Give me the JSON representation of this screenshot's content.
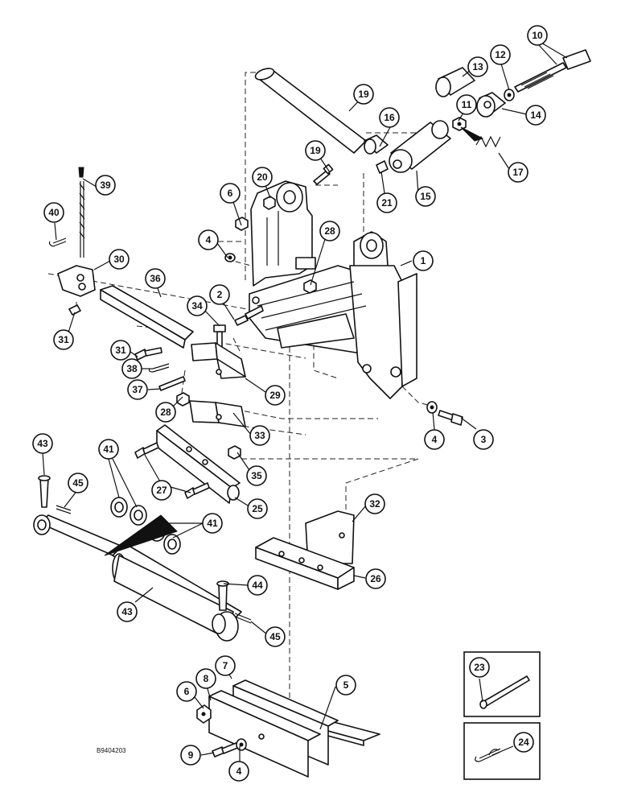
{
  "drawing_code": "B9404203",
  "callouts": [
    {
      "id": "c1",
      "label": "1"
    },
    {
      "id": "c2",
      "label": "2"
    },
    {
      "id": "c3",
      "label": "3"
    },
    {
      "id": "c4a",
      "label": "4"
    },
    {
      "id": "c4b",
      "label": "4"
    },
    {
      "id": "c4c",
      "label": "4"
    },
    {
      "id": "c5",
      "label": "5"
    },
    {
      "id": "c6a",
      "label": "6"
    },
    {
      "id": "c6b",
      "label": "6"
    },
    {
      "id": "c7",
      "label": "7"
    },
    {
      "id": "c8",
      "label": "8"
    },
    {
      "id": "c9",
      "label": "9"
    },
    {
      "id": "c10",
      "label": "10"
    },
    {
      "id": "c11",
      "label": "11"
    },
    {
      "id": "c12",
      "label": "12"
    },
    {
      "id": "c13",
      "label": "13"
    },
    {
      "id": "c14",
      "label": "14"
    },
    {
      "id": "c15",
      "label": "15"
    },
    {
      "id": "c16",
      "label": "16"
    },
    {
      "id": "c17",
      "label": "17"
    },
    {
      "id": "c19a",
      "label": "19"
    },
    {
      "id": "c19b",
      "label": "19"
    },
    {
      "id": "c20",
      "label": "20"
    },
    {
      "id": "c21",
      "label": "21"
    },
    {
      "id": "c23",
      "label": "23"
    },
    {
      "id": "c24",
      "label": "24"
    },
    {
      "id": "c25",
      "label": "25"
    },
    {
      "id": "c26",
      "label": "26"
    },
    {
      "id": "c27",
      "label": "27"
    },
    {
      "id": "c28a",
      "label": "28"
    },
    {
      "id": "c28b",
      "label": "28"
    },
    {
      "id": "c29",
      "label": "29"
    },
    {
      "id": "c30",
      "label": "30"
    },
    {
      "id": "c31a",
      "label": "31"
    },
    {
      "id": "c31b",
      "label": "31"
    },
    {
      "id": "c32",
      "label": "32"
    },
    {
      "id": "c33",
      "label": "33"
    },
    {
      "id": "c34",
      "label": "34"
    },
    {
      "id": "c35",
      "label": "35"
    },
    {
      "id": "c36",
      "label": "36"
    },
    {
      "id": "c37",
      "label": "37"
    },
    {
      "id": "c38",
      "label": "38"
    },
    {
      "id": "c39",
      "label": "39"
    },
    {
      "id": "c40",
      "label": "40"
    },
    {
      "id": "c41a",
      "label": "41"
    },
    {
      "id": "c41b",
      "label": "41"
    },
    {
      "id": "c43a",
      "label": "43"
    },
    {
      "id": "c43b",
      "label": "43"
    },
    {
      "id": "c44",
      "label": "44"
    },
    {
      "id": "c45a",
      "label": "45"
    },
    {
      "id": "c45b",
      "label": "45"
    }
  ]
}
